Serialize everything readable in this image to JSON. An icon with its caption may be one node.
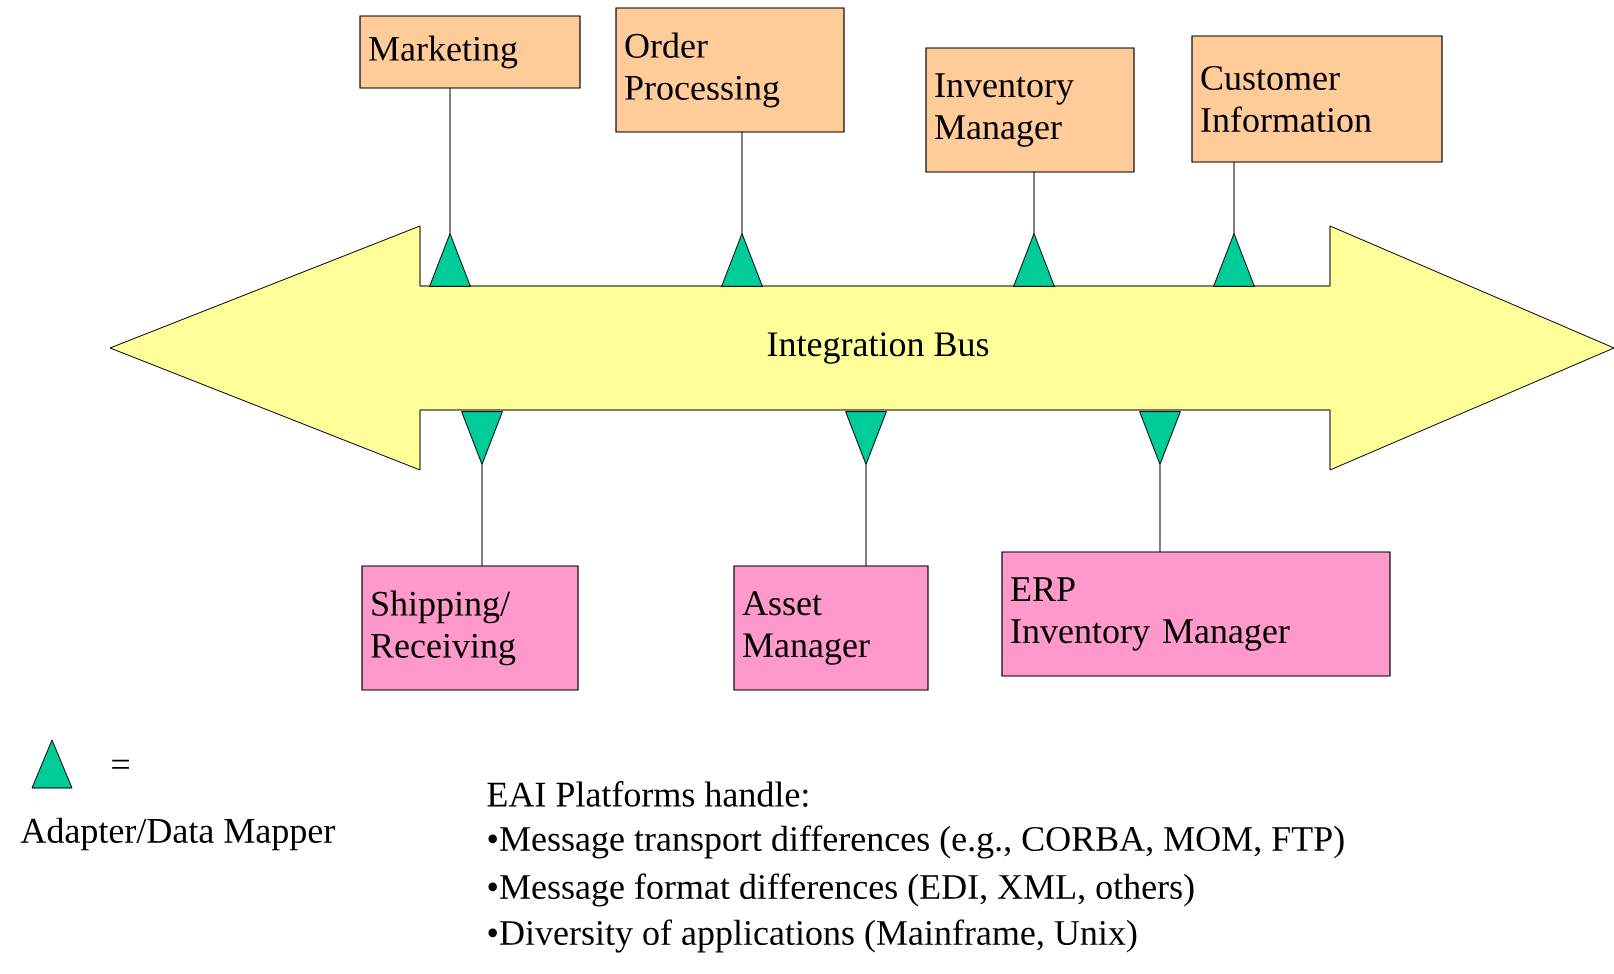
{
  "diagram": {
    "nodes": [
      {
        "text": [
          "Integration Bus"
        ]
      },
      {
        "text": [
          "Marketing"
        ]
      },
      {
        "text": [
          "Order Processing"
        ]
      },
      {
        "text": [
          "Inventory Manager"
        ]
      },
      {
        "text": [
          "Customer Information"
        ]
      },
      {
        "text": [],
        "shape": "triangle"
      },
      {
        "text": [],
        "shape": "triangle"
      },
      {
        "text": [],
        "shape": "triangle"
      },
      {
        "text": [],
        "shape": "triangle"
      },
      {
        "text": [],
        "shape": "triangle"
      },
      {
        "text": [],
        "shape": "triangle"
      },
      {
        "text": [],
        "shape": "triangle"
      },
      {
        "text": [
          "Shipping/ Receiving"
        ]
      },
      {
        "text": [
          "Asset Manager"
        ]
      },
      {
        "text": [
          "ERP",
          "Inventory Manager"
        ]
      }
    ],
    "edges": [
      {
        "from": 1,
        "to": 5,
        "arrow": "none"
      },
      {
        "from": 2,
        "to": 6,
        "arrow": "none"
      },
      {
        "from": 3,
        "to": 7,
        "arrow": "none"
      },
      {
        "from": 4,
        "to": 8,
        "arrow": "none"
      },
      {
        "from": 12,
        "to": 9,
        "arrow": "none"
      },
      {
        "from": 13,
        "to": 10,
        "arrow": "none"
      },
      {
        "from": 14,
        "to": 11,
        "arrow": "none"
      }
    ],
    "labels": [
      "=",
      "EAI Platforms handle:",
      "•Message transport differences  (e.g., CORBA, MOM, FTP)",
      "•Message format differences  (EDI, XML, others)",
      "•Diversity of applications (Mainframe, Unix)"
    ],
    "legend": [
      {
        "text": "Adapter/Data Mapper"
      }
    ]
  }
}
